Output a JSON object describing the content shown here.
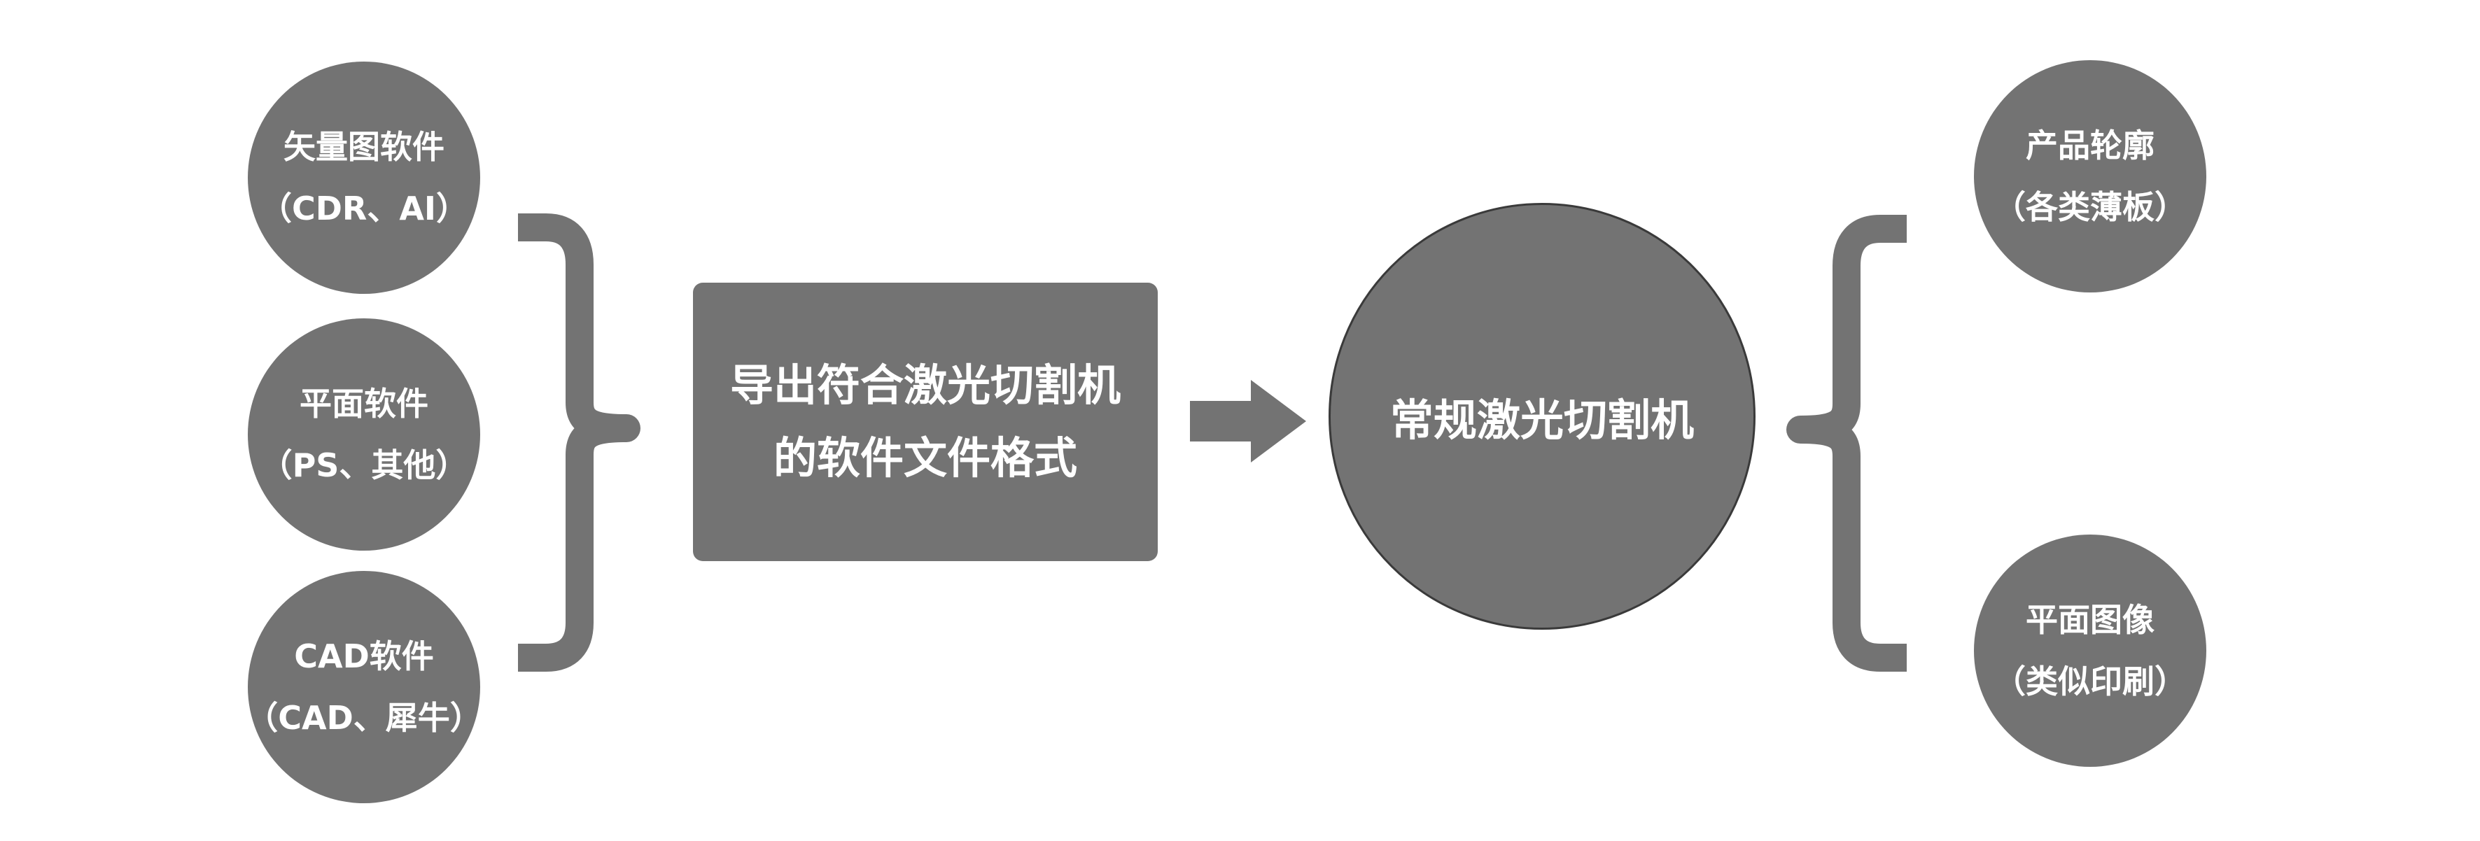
{
  "colors": {
    "fill": "#737373",
    "text": "#ffffff",
    "outline": "#3a3a3a",
    "background": "#ffffff"
  },
  "left_nodes": [
    {
      "line1": "矢量图软件",
      "line2": "（CDR、AI）"
    },
    {
      "line1": "平面软件",
      "line2": "（PS、其他）"
    },
    {
      "line1": "CAD软件",
      "line2": "（CAD、犀牛）"
    }
  ],
  "export_box": {
    "line1": "导出符合激光切割机",
    "line2": "的软件文件格式"
  },
  "machine": {
    "label": "常规激光切割机"
  },
  "right_nodes": [
    {
      "line1": "产品轮廓",
      "line2": "（各类薄板）"
    },
    {
      "line1": "平面图像",
      "line2": "（类似印刷）"
    }
  ],
  "icons": {
    "left_brace": "right-curly-brace-icon",
    "right_brace": "left-curly-brace-icon",
    "arrow": "arrow-right-icon"
  }
}
